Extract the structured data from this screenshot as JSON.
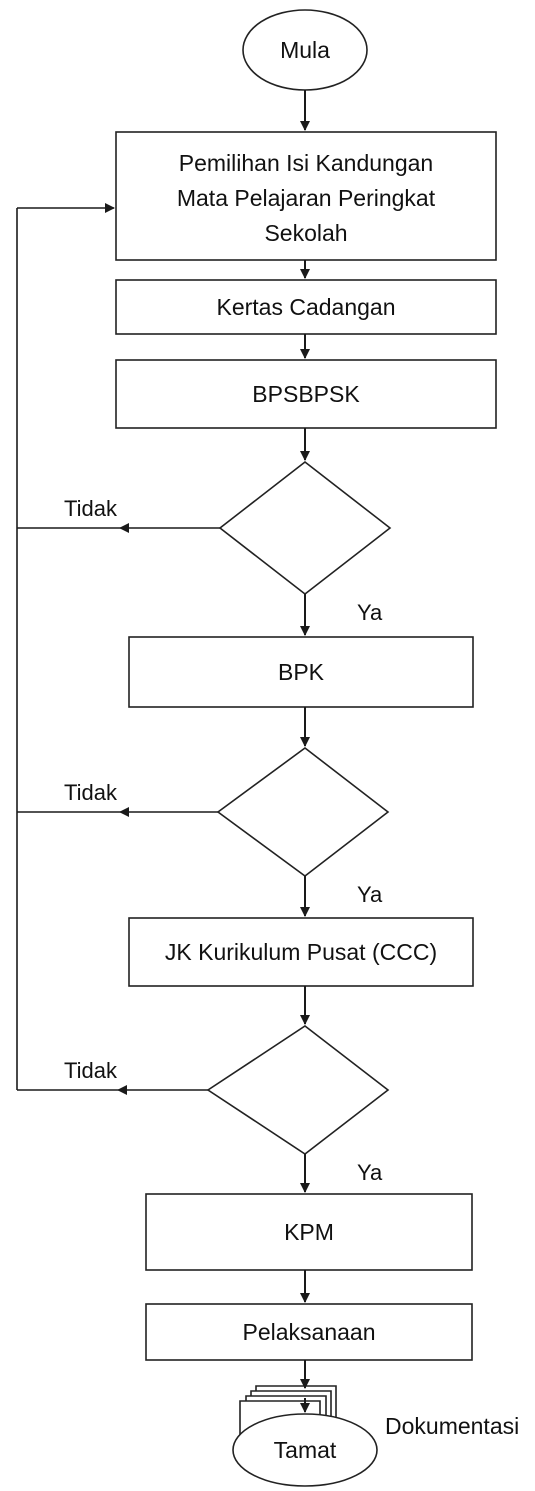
{
  "flowchart": {
    "start": "Mula",
    "steps": {
      "pemilihan": [
        "Pemilihan Isi Kandungan",
        "Mata Pelajaran Peringkat",
        "Sekolah"
      ],
      "kertas": "Kertas Cadangan",
      "bpsbpsk": "BPSBPSK",
      "bpk": "BPK",
      "jk": "JK Kurikulum Pusat (CCC)",
      "kpm": "KPM",
      "pelaksanaan": "Pelaksanaan"
    },
    "decision_no": "Tidak",
    "decision_yes": "Ya",
    "document": "Dokumentasi",
    "end": "Tamat"
  },
  "colors": {
    "stroke": "#1a1a1a",
    "fill": "#ffffff",
    "text": "#111111"
  }
}
